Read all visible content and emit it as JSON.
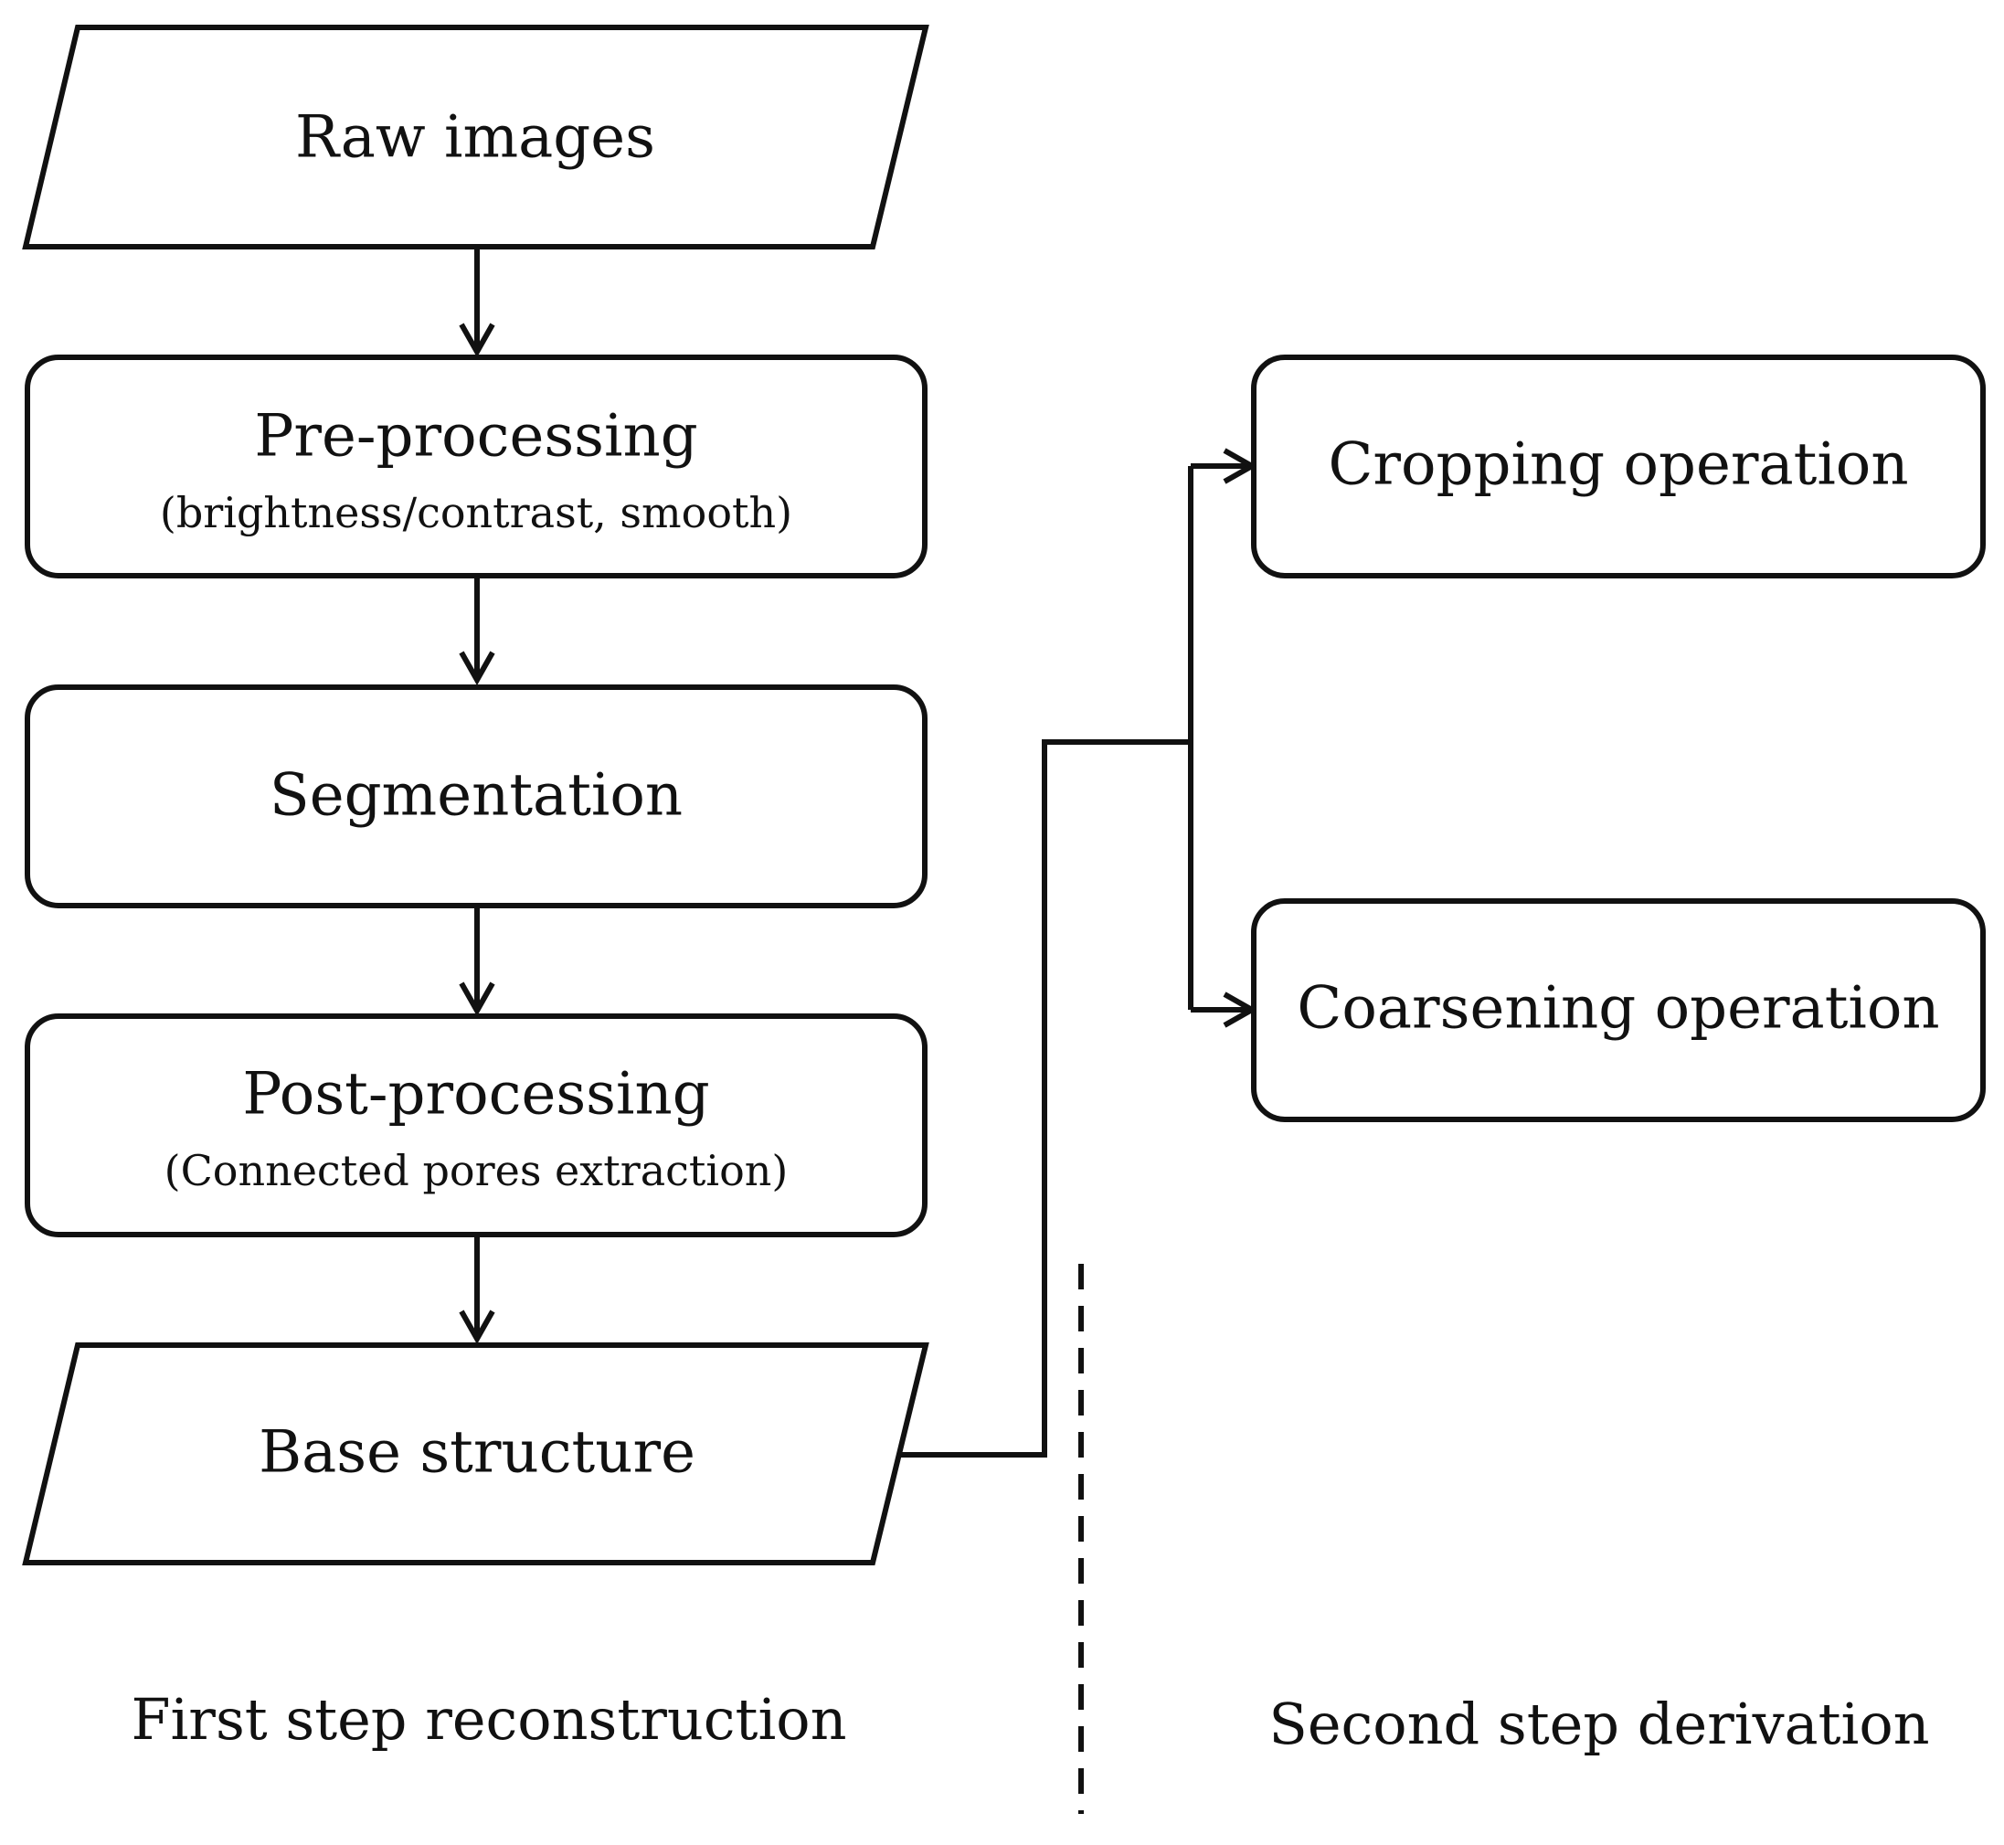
{
  "nodes": {
    "raw_images": {
      "title": "Raw images"
    },
    "pre_processing": {
      "title": "Pre-processing",
      "subtitle": "(brightness/contrast, smooth)"
    },
    "segmentation": {
      "title": "Segmentation"
    },
    "post_processing": {
      "title": "Post-processing",
      "subtitle": "(Connected pores extraction)"
    },
    "base_structure": {
      "title": "Base structure"
    },
    "cropping": {
      "title": "Cropping operation"
    },
    "coarsening": {
      "title": "Coarsening operation"
    }
  },
  "sections": {
    "left": "First step reconstruction",
    "right": "Second step derivation"
  }
}
